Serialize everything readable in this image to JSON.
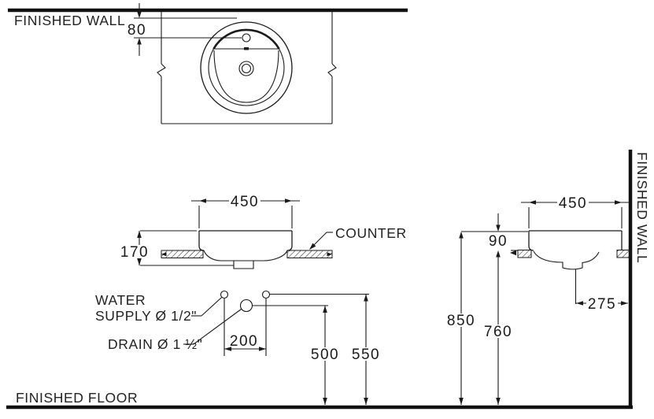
{
  "title": "Countertop basin installation drawing",
  "labels": {
    "finished_wall_top": "FINISHED WALL",
    "finished_wall_right": "FINISHED WALL",
    "finished_floor": "FINISHED FLOOR",
    "counter": "COUNTER",
    "water_supply_line1": "WATER",
    "water_supply_line2": "SUPPLY Ø 1/2\"",
    "drain": "DRAIN Ø 1 ½\""
  },
  "dimensions": {
    "faucet_to_wall": "80",
    "basin_width_front": "450",
    "basin_height": "170",
    "supply_spacing": "200",
    "drain_rough_in_height": "500",
    "supply_rough_in_height": "550",
    "basin_width_side": "450",
    "rim_above_counter": "90",
    "drain_to_wall": "275",
    "rim_height": "850",
    "counter_height": "760"
  },
  "colors": {
    "line": "#1a1a1a",
    "background": "#ffffff"
  }
}
